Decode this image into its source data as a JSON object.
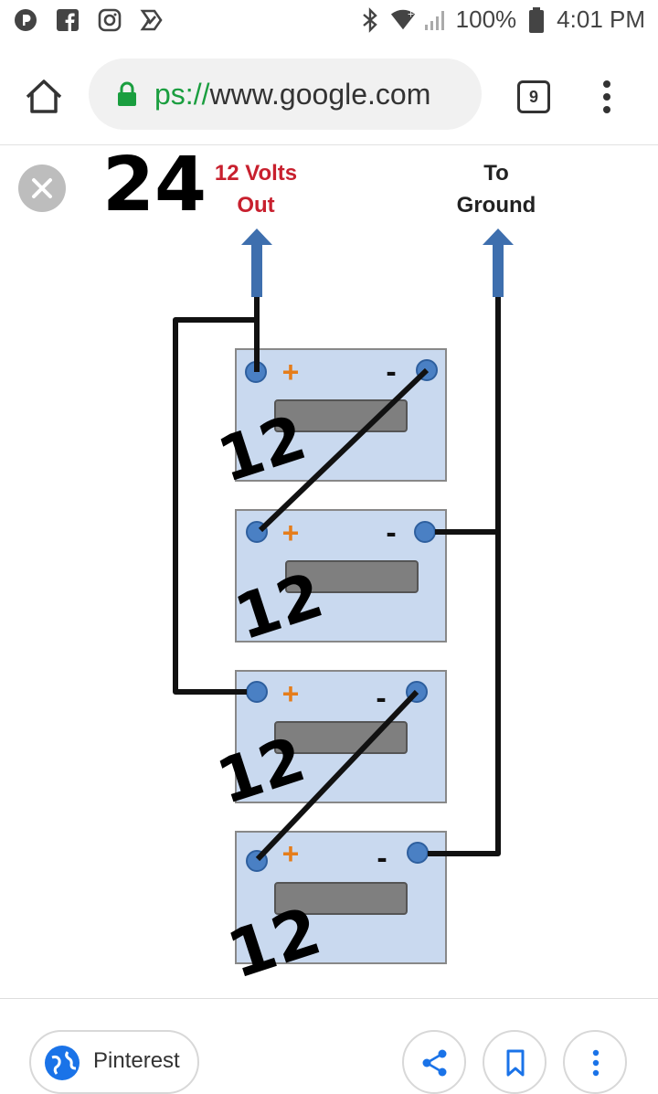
{
  "status_bar": {
    "battery": "100%",
    "time": "4:01 PM",
    "icons_left": [
      "pandora-icon",
      "facebook-icon",
      "instagram-icon",
      "tasks-icon"
    ],
    "icons_right": [
      "bluetooth-icon",
      "wifi-icon",
      "signal-icon",
      "battery-icon"
    ]
  },
  "toolbar": {
    "url_scheme": "ps://",
    "url_host": "www.google.com",
    "tab_count": "9"
  },
  "image": {
    "label_volts_line1": "12 Volts",
    "label_volts_line2": "Out",
    "label_ground_line1": "To",
    "label_ground_line2": "Ground",
    "handwritten_total": "24",
    "handwritten_battery": [
      "12",
      "12",
      "12",
      "12"
    ],
    "plus_symbol": "+",
    "minus_symbol": "-"
  },
  "bottom_bar": {
    "source_label": "Pinterest"
  },
  "colors": {
    "volts_label": "#c8202e",
    "arrow": "#3e6fae",
    "battery_fill": "#c9d9ef",
    "battery_label": "#7f7f7f",
    "terminal": "#4a80c4",
    "plus": "#e57d1b",
    "link_blue": "#1a73e8"
  }
}
